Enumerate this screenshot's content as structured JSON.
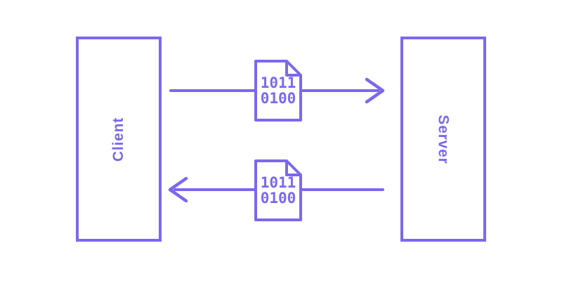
{
  "colors": {
    "accent": "#7B68EE",
    "background": "#FFFFFF",
    "node_fill": "#FFFFFF"
  },
  "diagram": {
    "nodes": [
      {
        "id": "client",
        "label": "Client"
      },
      {
        "id": "server",
        "label": "Server"
      }
    ],
    "edges": [
      {
        "from": "client",
        "to": "server",
        "direction": "right"
      },
      {
        "from": "server",
        "to": "client",
        "direction": "left"
      }
    ],
    "messages": [
      {
        "line1": "1011",
        "line2": "0100"
      },
      {
        "line1": "1011",
        "line2": "0100"
      }
    ]
  }
}
